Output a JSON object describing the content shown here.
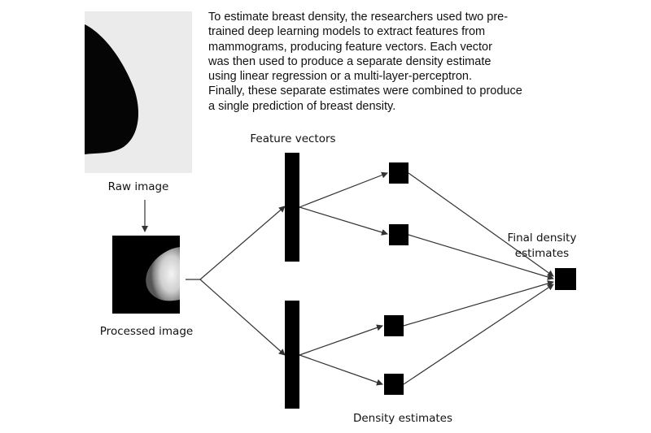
{
  "caption": "To estimate breast density, the researchers used two pre-\ntrained deep learning models to extract features from\nmammograms, producing feature vectors. Each vector\nwas then used to produce a separate density estimate\nusing linear regression or a multi-layer-perceptron.\nFinally, these separate estimates were combined to produce\na single prediction of breast density.",
  "labels": {
    "raw_image": "Raw image",
    "processed_image": "Processed image",
    "feature_vectors": "Feature vectors",
    "final_density_line1": "Final density",
    "final_density_line2": "estimates",
    "density_estimates": "Density estimates"
  },
  "colors": {
    "ink": "#000000",
    "raw_background": "#ebebeb",
    "processed_background": "#000000",
    "arrow": "#444444"
  }
}
